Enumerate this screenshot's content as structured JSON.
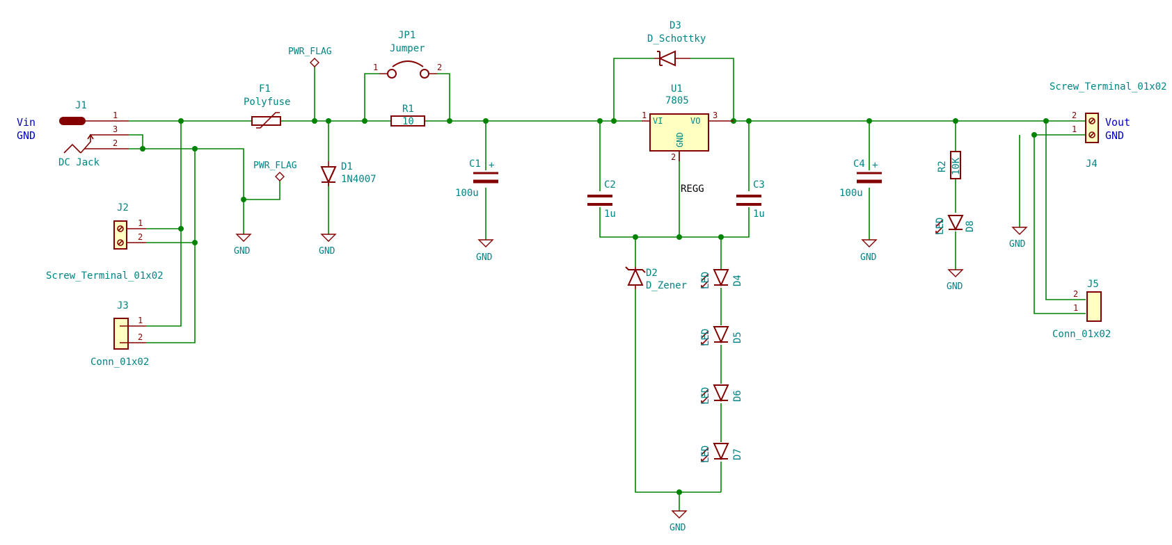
{
  "j1": {
    "ref": "J1",
    "value": "DC Jack",
    "pins": [
      "1",
      "3",
      "2"
    ]
  },
  "j2": {
    "ref": "J2",
    "value": "Screw_Terminal_01x02",
    "pins": [
      "1",
      "2"
    ]
  },
  "j3": {
    "ref": "J3",
    "value": "Conn_01x02",
    "pins": [
      "1",
      "2"
    ]
  },
  "j4": {
    "ref": "J4",
    "value": "Screw_Terminal_01x02",
    "pins": [
      "2",
      "1"
    ]
  },
  "j5": {
    "ref": "J5",
    "value": "Conn_01x02",
    "pins": [
      "2",
      "1"
    ]
  },
  "f1": {
    "ref": "F1",
    "value": "Polyfuse"
  },
  "jp1": {
    "ref": "JP1",
    "value": "Jumper",
    "pin1": "1",
    "pin2": "2"
  },
  "r1": {
    "ref": "R1",
    "value": "10"
  },
  "r2": {
    "ref": "R2",
    "value": "10K"
  },
  "d1": {
    "ref": "D1",
    "value": "1N4007"
  },
  "d2": {
    "ref": "D2",
    "value": "D_Zener"
  },
  "d3": {
    "ref": "D3",
    "value": "D_Schottky"
  },
  "d4": {
    "ref": "D4",
    "value": "LED"
  },
  "d5": {
    "ref": "D5",
    "value": "LED"
  },
  "d6": {
    "ref": "D6",
    "value": "LED"
  },
  "d7": {
    "ref": "D7",
    "value": "LED"
  },
  "d8": {
    "ref": "D8",
    "value": "LED"
  },
  "c1": {
    "ref": "C1",
    "value": "100u"
  },
  "c2": {
    "ref": "C2",
    "value": "1u"
  },
  "c3": {
    "ref": "C3",
    "value": "1u"
  },
  "c4": {
    "ref": "C4",
    "value": "100u"
  },
  "u1": {
    "ref": "U1",
    "value": "7805",
    "pin_vi": "VI",
    "pin_vo": "VO",
    "pin_gnd": "GND",
    "pin1": "1",
    "pin2": "2",
    "pin3": "3"
  },
  "pwr_flag_label": "PWR_FLAG",
  "plus_sign": "+",
  "gnd_label": "GND",
  "net_regg": "REGG",
  "notes": {
    "vin": "Vin",
    "gnd_in": "GND",
    "vout": "Vout",
    "gnd_out": "GND"
  }
}
